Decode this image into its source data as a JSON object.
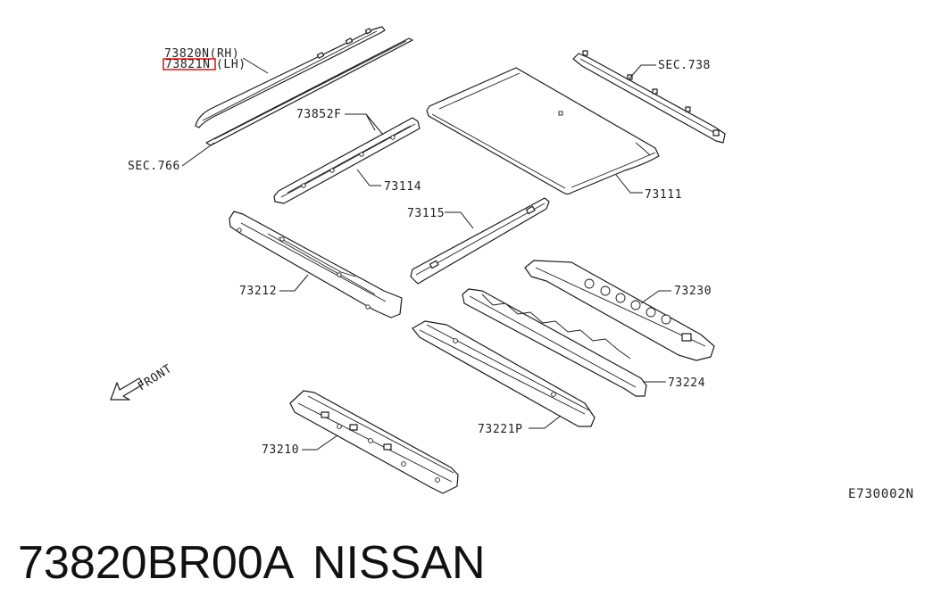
{
  "diagram": {
    "part_labels": {
      "molding_rh": "73820N(RH)",
      "molding_lh_number": "73821N",
      "molding_lh_side": "(LH)",
      "sec_766": "SEC.766",
      "bracket_73852f": "73852F",
      "rail_73114": "73114",
      "roof_73111": "73111",
      "sec_738": "SEC.738",
      "bow_73115": "73115",
      "rail_73212": "73212",
      "header_73230": "73230",
      "bow_73224": "73224",
      "header_73221p": "73221P",
      "member_73210": "73210"
    },
    "front_label": "FRONT",
    "figure_code": "E730002N",
    "highlight_color": "#e0201c"
  },
  "caption": {
    "part_number": "73820BR00A",
    "brand": "NISSAN"
  }
}
